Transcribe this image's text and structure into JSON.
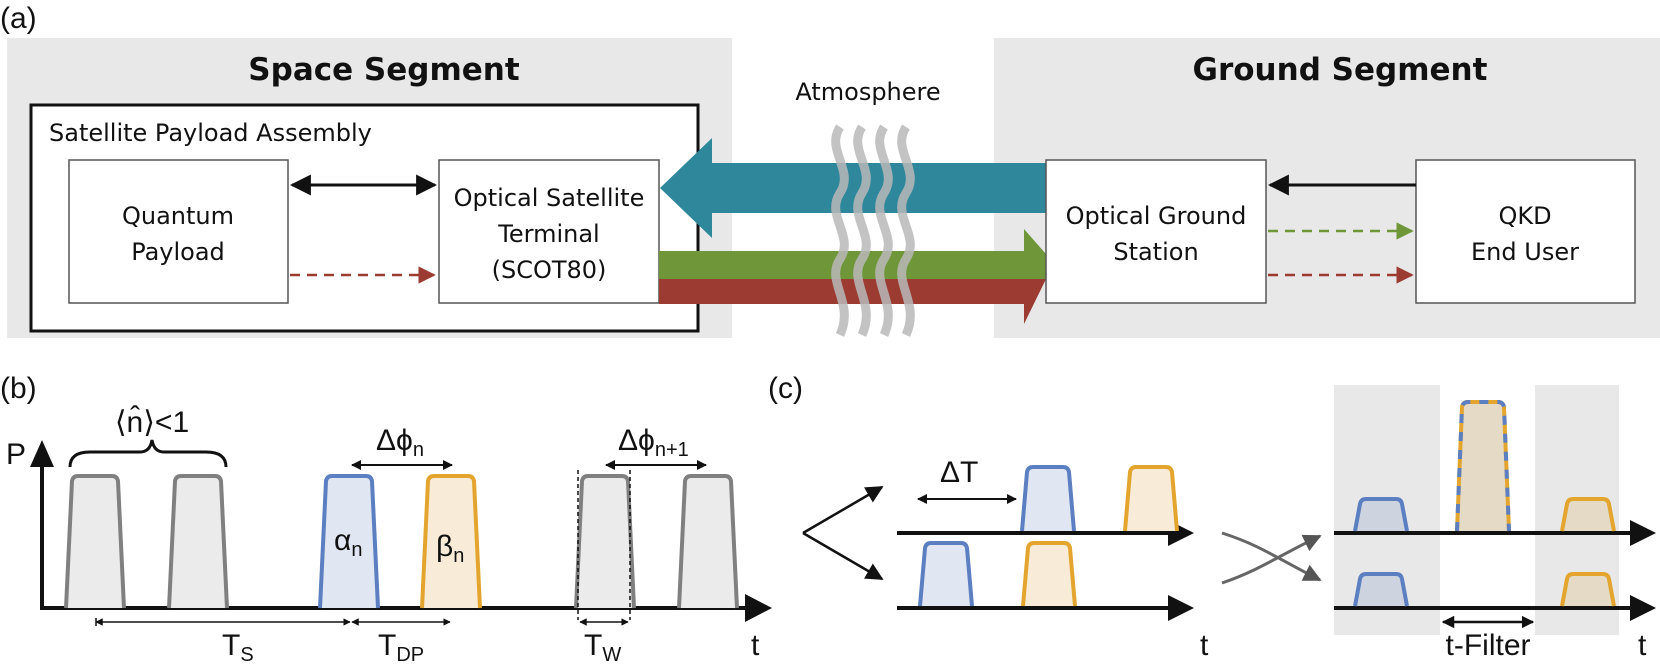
{
  "panel_a": {
    "label": "(a)",
    "space_title": "Space Segment",
    "ground_title": "Ground Segment",
    "payload_assembly": "Satellite Payload Assembly",
    "quantum_payload": [
      "Quantum",
      "Payload"
    ],
    "optical_terminal": [
      "Optical Satellite",
      "Terminal",
      "(SCOT80)"
    ],
    "atmosphere": "Atmosphere",
    "ground_station": [
      "Optical Ground",
      "Station"
    ],
    "end_user": [
      "QKD",
      "End User"
    ],
    "colors": {
      "teal": "#2e879b",
      "green": "#6f973a",
      "red": "#9b3b32",
      "segment_bg": "#e8e8e8"
    }
  },
  "panel_b": {
    "label": "(b)",
    "p_axis": "P",
    "t_axis": "t",
    "mean_photon": "⟨n̂⟩<1",
    "delta_phi_n": "Δϕ",
    "delta_phi_n_sub": "n",
    "delta_phi_n1": "Δϕ",
    "delta_phi_n1_sub": "n+1",
    "alpha": "α",
    "alpha_sub": "n",
    "beta": "β",
    "beta_sub": "n",
    "ts": "T",
    "ts_sub": "S",
    "tdp": "T",
    "tdp_sub": "DP",
    "tw": "T",
    "tw_sub": "W",
    "colors": {
      "gray": "#7f7f7f",
      "blue": "#5b7fc0",
      "orange": "#e3a52e"
    }
  },
  "panel_c": {
    "label": "(c)",
    "delta_t": "ΔT",
    "t_axis_1": "t",
    "t_axis_2": "t",
    "t_filter": "t-Filter"
  }
}
